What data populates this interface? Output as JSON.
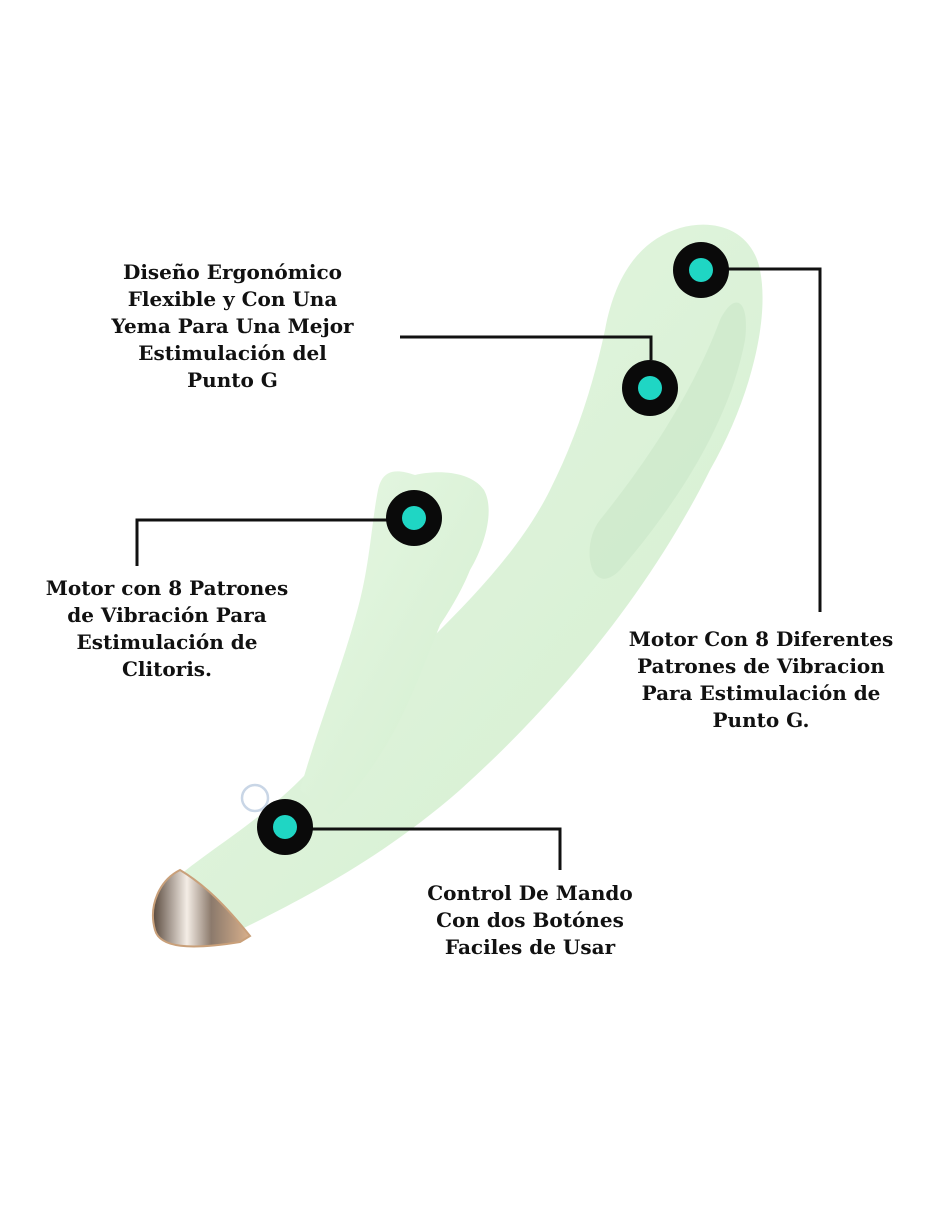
{
  "callouts": {
    "gspot_design": [
      "Diseño Ergonómico",
      "Flexible y Con Una",
      "Yema Para Una Mejor",
      "Estimulación del",
      "Punto G"
    ],
    "clitoral_motor": [
      "Motor con 8 Patrones",
      "de Vibración Para",
      "Estimulación de",
      "Clitoris."
    ],
    "gspot_motor": [
      "Motor Con 8 Diferentes",
      "Patrones de Vibracion",
      "Para Estimulación de",
      "Punto G."
    ],
    "control": [
      "Control De Mando",
      "Con dos Botónes",
      "Faciles de Usar"
    ]
  },
  "colors": {
    "body": "#dcf3d9",
    "body_shade": "#c4e3c1",
    "marker_ring": "#0a0a0a",
    "marker_dot": "#1fd6c4",
    "leader_line": "#111111",
    "metal_tip": "#c9a07a"
  }
}
